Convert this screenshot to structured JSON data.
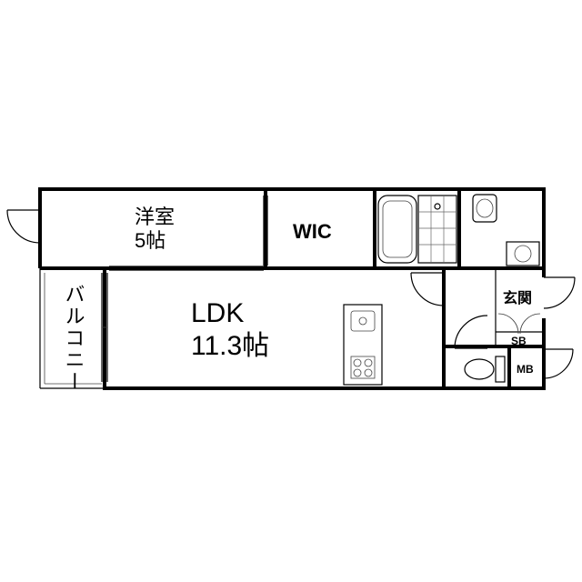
{
  "rooms": {
    "western": {
      "name": "洋室",
      "size": "5帖"
    },
    "wic": {
      "name": "WIC"
    },
    "ldk": {
      "name": "LDK",
      "size": "11.3帖"
    },
    "balcony": {
      "name": "バルコニー"
    },
    "entrance": {
      "name": "玄関"
    },
    "sb": {
      "name": "SB"
    },
    "mb": {
      "name": "MB"
    }
  }
}
